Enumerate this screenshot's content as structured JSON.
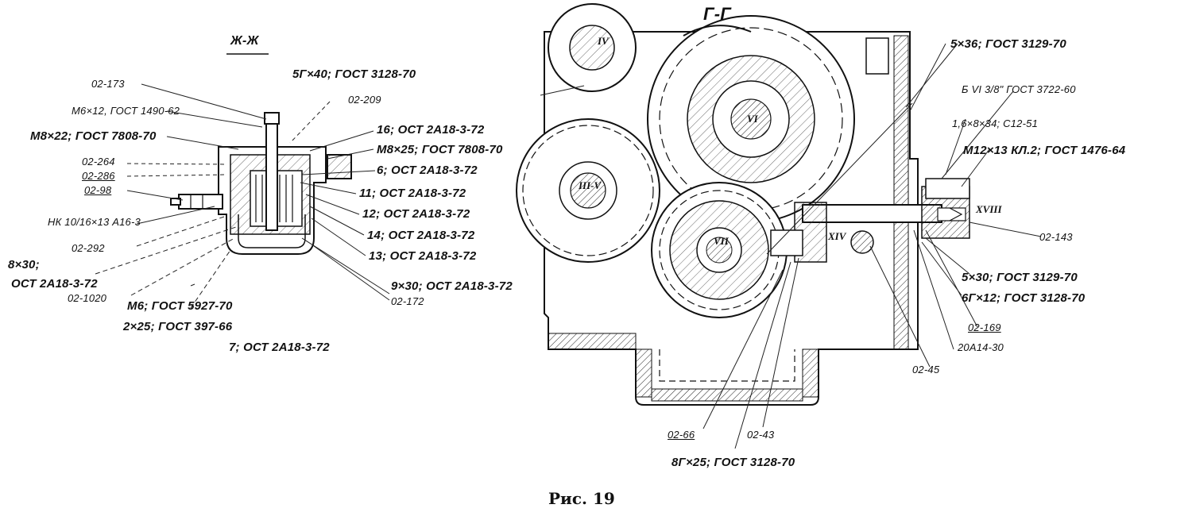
{
  "figure": {
    "caption": "Рис. 19",
    "section_left_title": "Ж-Ж",
    "section_right_title": "Г-Г"
  },
  "left_labels": [
    "02-173",
    "5Г×40; ГОСТ 3128-70",
    "02-209",
    "М6×12, ГОСТ 1490-62",
    "М8×22; ГОСТ 7808-70",
    "16; ОСТ 2А18-3-72",
    "М8×25; ГОСТ 7808-70",
    "02-264",
    "02-286",
    "6; ОСТ 2А18-3-72",
    "02-98",
    "11; ОСТ 2А18-3-72",
    "12; ОСТ 2А18-3-72",
    "НК 10/16×13 А16-3",
    "14; ОСТ 2А18-3-72",
    "02-292",
    "13; ОСТ 2А18-3-72",
    "8×30;",
    "ОСТ 2А18-3-72",
    "9×30; ОСТ 2А18-3-72",
    "02-1020",
    "02-172",
    "М6; ГОСТ 5927-70",
    "2×25; ГОСТ 397-66",
    "7; ОСТ 2А18-3-72"
  ],
  "right_labels": [
    "5×36; ГОСТ 3129-70",
    "Б VI 3/8\" ГОСТ 3722-60",
    "1,6×8×34; С12-51",
    "М12×13 КЛ.2; ГОСТ 1476-64",
    "02-143",
    "5×30; ГОСТ 3129-70",
    "6Г×12; ГОСТ 3128-70",
    "02-169",
    "20А14-30",
    "02-45",
    "02-66",
    "02-43",
    "8Г×25; ГОСТ 3128-70"
  ],
  "shaft_marks": [
    "IV",
    "VI",
    "III-V",
    "VII",
    "XIV",
    "XVIII"
  ]
}
